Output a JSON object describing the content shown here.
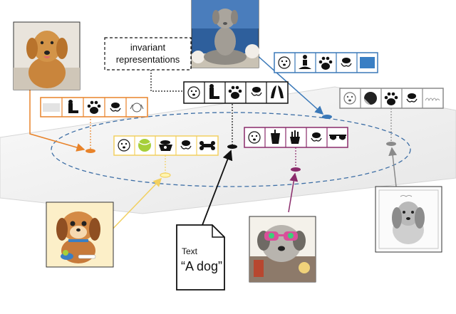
{
  "label": {
    "line1": "invariant",
    "line2": "representations"
  },
  "document": {
    "title": "Text",
    "content": "“A dog”"
  },
  "colors": {
    "photo": "#e8832a",
    "cartoon": "#f2d060",
    "text": "#111111",
    "statue": "#3a78b8",
    "popart": "#8a2b6b",
    "sketch": "#8a8a8a",
    "ellipse": "#3d6ea5"
  },
  "icons": {
    "photo": [
      "blank-icon",
      "sitting-dog-icon",
      "paw-icon",
      "dog-nose-icon",
      "dog-head-icon"
    ],
    "cartoon": [
      "dog-face-icon",
      "tennis-ball-icon",
      "dog-bowl-icon",
      "dog-nose-icon",
      "bone-icon"
    ],
    "text": [
      "dog-face-icon",
      "sitting-dog-icon",
      "paw-icon",
      "dog-nose-icon",
      "ears-icon"
    ],
    "statue": [
      "dog-face-icon",
      "meditating-figure-icon",
      "paw-icon",
      "dog-nose-icon",
      "blue-swatch-icon"
    ],
    "popart": [
      "dog-face-icon",
      "cup-icon",
      "fries-icon",
      "dog-nose-icon",
      "sunglasses-icon"
    ],
    "sketch": [
      "dog-face-icon",
      "shaded-circle-icon",
      "paw-icon",
      "dog-nose-icon",
      "signature-icon"
    ]
  }
}
